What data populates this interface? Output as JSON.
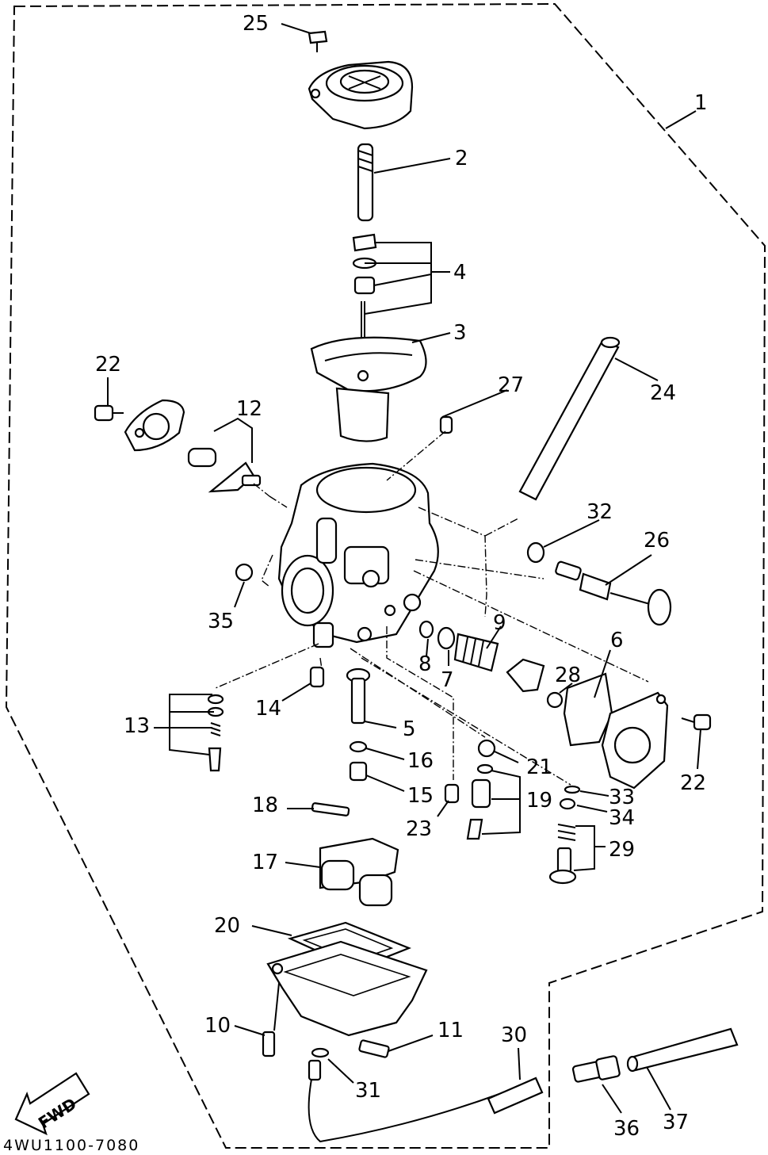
{
  "document_code": "4WU1100-7080",
  "fwd_label": "FWD",
  "callouts": {
    "c1": "1",
    "c2": "2",
    "c3": "3",
    "c4": "4",
    "c5": "5",
    "c6": "6",
    "c7": "7",
    "c8": "8",
    "c9": "9",
    "c10": "10",
    "c11": "11",
    "c12": "12",
    "c13": "13",
    "c14": "14",
    "c15": "15",
    "c16": "16",
    "c17": "17",
    "c18": "18",
    "c19": "19",
    "c20": "20",
    "c21": "21",
    "c22a": "22",
    "c22b": "22",
    "c23": "23",
    "c24": "24",
    "c25": "25",
    "c26": "26",
    "c27": "27",
    "c28": "28",
    "c29": "29",
    "c30": "30",
    "c31": "31",
    "c32": "32",
    "c33": "33",
    "c34": "34",
    "c35": "35",
    "c36": "36",
    "c37": "37"
  }
}
